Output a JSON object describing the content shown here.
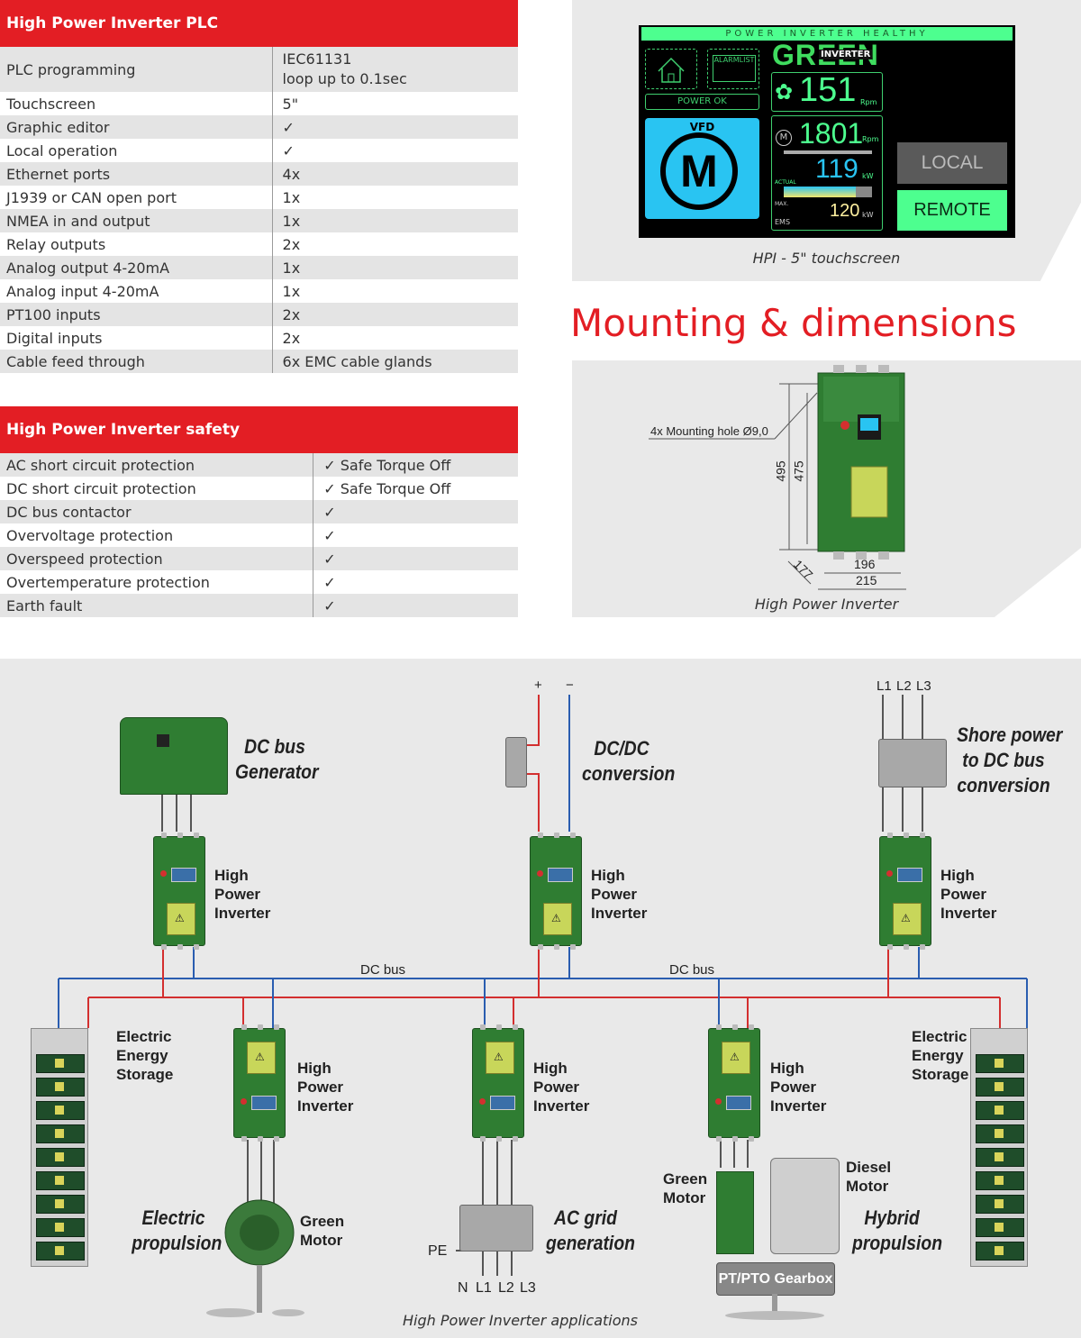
{
  "plc": {
    "title": "High Power Inverter PLC",
    "rows": [
      {
        "label": "PLC programming",
        "value": "IEC61131",
        "value2": "loop up to 0.1sec"
      },
      {
        "label": "Touchscreen",
        "value": "5\""
      },
      {
        "label": "Graphic editor",
        "value": "✓"
      },
      {
        "label": "Local operation",
        "value": "✓"
      },
      {
        "label": "Ethernet ports",
        "value": "4x"
      },
      {
        "label": "J1939 or CAN open port",
        "value": "1x"
      },
      {
        "label": "NMEA in and output",
        "value": "1x"
      },
      {
        "label": "Relay outputs",
        "value": "2x"
      },
      {
        "label": "Analog output 4-20mA",
        "value": "1x"
      },
      {
        "label": "Analog input 4-20mA",
        "value": "1x"
      },
      {
        "label": "PT100 inputs",
        "value": "2x"
      },
      {
        "label": "Digital inputs",
        "value": "2x"
      },
      {
        "label": "Cable feed through",
        "value": "6x EMC cable glands"
      }
    ]
  },
  "safety": {
    "title": "High Power Inverter safety",
    "rows": [
      {
        "label": "AC short circuit protection",
        "value": "✓ Safe Torque Off"
      },
      {
        "label": "DC short circuit protection",
        "value": "✓ Safe Torque Off"
      },
      {
        "label": "DC bus contactor",
        "value": "✓"
      },
      {
        "label": "Overvoltage protection",
        "value": "✓"
      },
      {
        "label": "Overspeed protection",
        "value": "✓"
      },
      {
        "label": "Overtemperature protection",
        "value": "✓"
      },
      {
        "label": "Earth fault",
        "value": "✓"
      }
    ]
  },
  "touchscreen": {
    "status_bar": "POWER INVERTER HEALTHY",
    "mode": "GREEN",
    "mode_tag": "INVERTER",
    "alarmlist": "ALARMLIST",
    "power_ok": "POWER OK",
    "vfd": "VFD",
    "m": "M",
    "fan_rpm": "151",
    "fan_unit": "Rpm",
    "motor_rpm": "1801",
    "motor_unit": "Rpm",
    "motor_symbol": "M",
    "actual_kw": "119",
    "actual_unit": "kW",
    "actual_label": "ACTUAL",
    "max_label": "MAX.",
    "max_kw": "120",
    "max_unit": "kW",
    "ems_label": "EMS",
    "local": "LOCAL",
    "remote": "REMOTE",
    "caption": "HPI - 5\" touchscreen"
  },
  "mounting": {
    "title": "Mounting & dimensions",
    "hole_label": "4x Mounting hole Ø9,0",
    "dim_height_total": "495",
    "dim_height_holes": "475",
    "dim_depth": "177",
    "dim_width_holes": "196",
    "dim_width_total": "215",
    "caption": "High Power Inverter"
  },
  "diagram": {
    "dc_plus": "+",
    "dc_minus": "−",
    "l1": "L1",
    "l2": "L2",
    "l3": "L3",
    "gen_title": "DC bus\nGenerator",
    "dcdc_title": "DC/DC\nconversion",
    "shore_title": "Shore power\nto DC bus\nconversion",
    "inverter_label": "High\nPower\nInverter",
    "dc_bus": "DC bus",
    "ees": "Electric\nEnergy\nStorage",
    "green_motor": "Green\nMotor",
    "diesel_motor": "Diesel\nMotor",
    "electric_propulsion": "Electric\npropulsion",
    "ac_grid": "AC grid\ngeneration",
    "hybrid": "Hybrid\npropulsion",
    "gearbox": "PT/PTO Gearbox",
    "pe": "PE",
    "n": "N",
    "caption": "High Power Inverter applications"
  },
  "colors": {
    "accent_red": "#e31e24",
    "bus_red": "#d32f2f",
    "bus_blue": "#2a5db0",
    "inverter_green": "#2f7d32",
    "screen_green": "#4dff8f"
  }
}
